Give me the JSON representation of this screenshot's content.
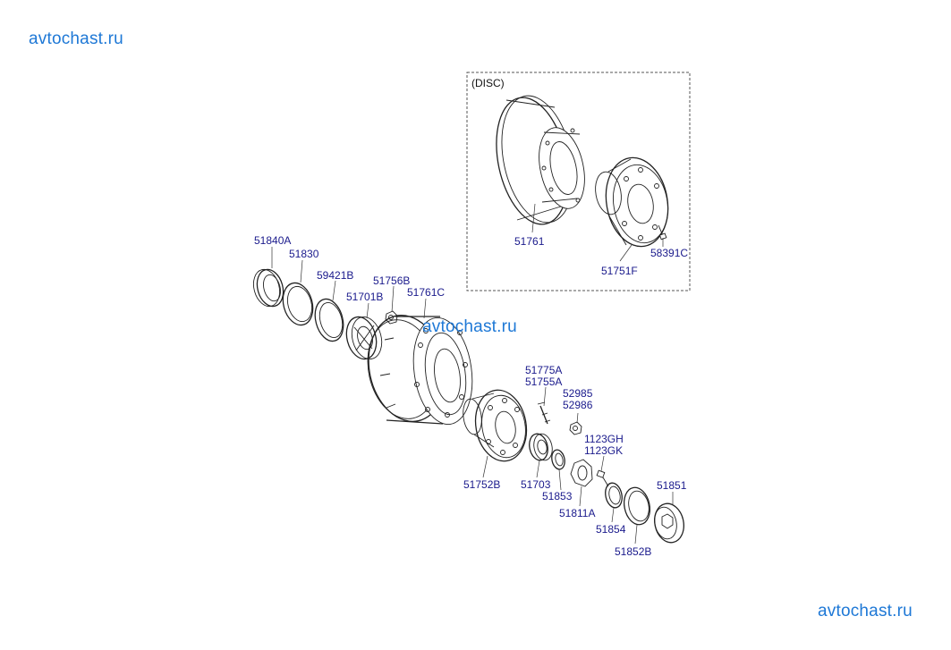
{
  "watermarks": {
    "top_left": "avtochast.ru",
    "center": "avtochast.ru",
    "bottom_right": "avtochast.ru"
  },
  "disc_box": {
    "label": "(DISC)"
  },
  "parts": {
    "p51761": "51761",
    "p51751F": "51751F",
    "p58391C": "58391C",
    "p51840A": "51840A",
    "p51830": "51830",
    "p59421B": "59421B",
    "p51756B": "51756B",
    "p51701B": "51701B",
    "p51761C": "51761C",
    "p51775A": "51775A",
    "p51755A": "51755A",
    "p52985": "52985",
    "p52986": "52986",
    "p1123GH": "1123GH",
    "p1123GK": "1123GK",
    "p51752B": "51752B",
    "p51703": "51703",
    "p51853": "51853",
    "p51811A": "51811A",
    "p51851": "51851",
    "p51854": "51854",
    "p51852B": "51852B"
  }
}
